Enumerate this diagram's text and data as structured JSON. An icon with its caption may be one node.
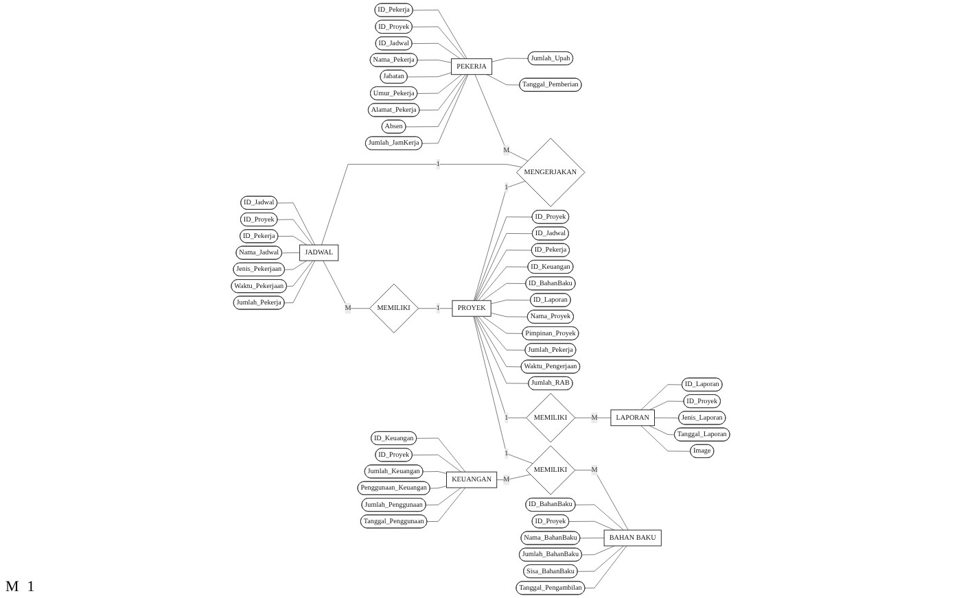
{
  "diagram": {
    "nodes": [
      {
        "text": [
          "PEKERJA"
        ]
      },
      {
        "text": [
          "ID_Pekerja"
        ]
      },
      {
        "text": [
          "ID_Proyek"
        ]
      },
      {
        "text": [
          "ID_Jadwal"
        ]
      },
      {
        "text": [
          "Nama_Pekerja"
        ]
      },
      {
        "text": [
          "Jabatan"
        ]
      },
      {
        "text": [
          "Umur_Pekerja"
        ]
      },
      {
        "text": [
          "Alamat_Pekerja"
        ]
      },
      {
        "text": [
          "Absen"
        ]
      },
      {
        "text": [
          "Jumlah_JamKerja"
        ]
      },
      {
        "text": [
          "Jumlah_Upah"
        ]
      },
      {
        "text": [
          "Tanggal_Pemberian"
        ]
      },
      {
        "text": [
          "MENGERJAKAN"
        ]
      },
      {
        "text": [
          "PROYEK"
        ]
      },
      {
        "text": [
          "ID_Proyek"
        ]
      },
      {
        "text": [
          "ID_Jadwal"
        ]
      },
      {
        "text": [
          "ID_Pekerja"
        ]
      },
      {
        "text": [
          "ID_Keuangan"
        ]
      },
      {
        "text": [
          "ID_BahanBaku"
        ]
      },
      {
        "text": [
          "ID_Laporan"
        ]
      },
      {
        "text": [
          "Nama_Proyek"
        ]
      },
      {
        "text": [
          "Pimpinan_Proyek"
        ]
      },
      {
        "text": [
          "Jumlah_Pekerja"
        ]
      },
      {
        "text": [
          "Waktu_Pengerjaan"
        ]
      },
      {
        "text": [
          "Jumlah_RAB"
        ]
      },
      {
        "text": [
          "JADWAL"
        ]
      },
      {
        "text": [
          "ID_Jadwal"
        ]
      },
      {
        "text": [
          "ID_Proyek"
        ]
      },
      {
        "text": [
          "ID_Pekerja"
        ]
      },
      {
        "text": [
          "Nama_Jadwal"
        ]
      },
      {
        "text": [
          "Jenis_Pekerjaan"
        ]
      },
      {
        "text": [
          "Waktu_Pekerjaan"
        ]
      },
      {
        "text": [
          "Jumlah_Pekerja"
        ]
      },
      {
        "text": [
          "MEMILIKI"
        ]
      },
      {
        "text": [
          "MEMILIKI"
        ]
      },
      {
        "text": [
          "LAPORAN"
        ]
      },
      {
        "text": [
          "ID_Laporan"
        ]
      },
      {
        "text": [
          "ID_Proyek"
        ]
      },
      {
        "text": [
          "Jenis_Laporan"
        ]
      },
      {
        "text": [
          "Tanggal_Laporan"
        ]
      },
      {
        "text": [
          "Image"
        ]
      },
      {
        "text": [
          "KEUANGAN"
        ]
      },
      {
        "text": [
          "ID_Keuangan"
        ]
      },
      {
        "text": [
          "ID_Proyek"
        ]
      },
      {
        "text": [
          "Jumlah_Keuangan"
        ]
      },
      {
        "text": [
          "Penggunaan_Keuangan"
        ]
      },
      {
        "text": [
          "Jumlah_Penggunaan"
        ]
      },
      {
        "text": [
          "Tanggal_Penggunaan"
        ]
      },
      {
        "text": [
          "MEMILIKI"
        ]
      },
      {
        "text": [
          "BAHAN BAKU"
        ]
      },
      {
        "text": [
          "ID_BahanBaku"
        ]
      },
      {
        "text": [
          "ID_Proyek"
        ]
      },
      {
        "text": [
          "Nama_BahanBaku"
        ]
      },
      {
        "text": [
          "Jumlah_BahanBaku"
        ]
      },
      {
        "text": [
          "Sisa_BahanBaku"
        ]
      },
      {
        "text": [
          "Tanggal_Pengambilan"
        ]
      }
    ],
    "edges": [
      {
        "from": 1,
        "to": 0,
        "arrow": "none"
      },
      {
        "from": 2,
        "to": 0,
        "arrow": "none"
      },
      {
        "from": 3,
        "to": 0,
        "arrow": "none"
      },
      {
        "from": 4,
        "to": 0,
        "arrow": "none"
      },
      {
        "from": 5,
        "to": 0,
        "arrow": "none"
      },
      {
        "from": 6,
        "to": 0,
        "arrow": "none"
      },
      {
        "from": 7,
        "to": 0,
        "arrow": "none"
      },
      {
        "from": 8,
        "to": 0,
        "arrow": "none"
      },
      {
        "from": 9,
        "to": 0,
        "arrow": "none"
      },
      {
        "from": 0,
        "to": 10,
        "arrow": "none"
      },
      {
        "from": 0,
        "to": 11,
        "arrow": "none"
      },
      {
        "from": 0,
        "to": 12,
        "arrow": "none",
        "label": "M"
      },
      {
        "from": 25,
        "to": 12,
        "arrow": "none",
        "label": "1"
      },
      {
        "from": 13,
        "to": 12,
        "arrow": "none",
        "label": "1"
      },
      {
        "from": 13,
        "to": 14,
        "arrow": "none"
      },
      {
        "from": 13,
        "to": 15,
        "arrow": "none"
      },
      {
        "from": 13,
        "to": 16,
        "arrow": "none"
      },
      {
        "from": 13,
        "to": 17,
        "arrow": "none"
      },
      {
        "from": 13,
        "to": 18,
        "arrow": "none"
      },
      {
        "from": 13,
        "to": 19,
        "arrow": "none"
      },
      {
        "from": 13,
        "to": 20,
        "arrow": "none"
      },
      {
        "from": 13,
        "to": 21,
        "arrow": "none"
      },
      {
        "from": 13,
        "to": 22,
        "arrow": "none"
      },
      {
        "from": 13,
        "to": 23,
        "arrow": "none"
      },
      {
        "from": 13,
        "to": 24,
        "arrow": "none"
      },
      {
        "from": 26,
        "to": 25,
        "arrow": "none"
      },
      {
        "from": 27,
        "to": 25,
        "arrow": "none"
      },
      {
        "from": 28,
        "to": 25,
        "arrow": "none"
      },
      {
        "from": 29,
        "to": 25,
        "arrow": "none"
      },
      {
        "from": 30,
        "to": 25,
        "arrow": "none"
      },
      {
        "from": 31,
        "to": 25,
        "arrow": "none"
      },
      {
        "from": 32,
        "to": 25,
        "arrow": "none"
      },
      {
        "from": 25,
        "to": 33,
        "arrow": "none",
        "label": "M"
      },
      {
        "from": 33,
        "to": 13,
        "arrow": "none",
        "label": "1"
      },
      {
        "from": 13,
        "to": 34,
        "arrow": "none",
        "label": "1"
      },
      {
        "from": 34,
        "to": 35,
        "arrow": "none",
        "label": "M"
      },
      {
        "from": 35,
        "to": 36,
        "arrow": "none"
      },
      {
        "from": 35,
        "to": 37,
        "arrow": "none"
      },
      {
        "from": 35,
        "to": 38,
        "arrow": "none"
      },
      {
        "from": 35,
        "to": 39,
        "arrow": "none"
      },
      {
        "from": 35,
        "to": 40,
        "arrow": "none"
      },
      {
        "from": 42,
        "to": 41,
        "arrow": "none"
      },
      {
        "from": 43,
        "to": 41,
        "arrow": "none"
      },
      {
        "from": 44,
        "to": 41,
        "arrow": "none"
      },
      {
        "from": 45,
        "to": 41,
        "arrow": "none"
      },
      {
        "from": 46,
        "to": 41,
        "arrow": "none"
      },
      {
        "from": 47,
        "to": 41,
        "arrow": "none"
      },
      {
        "from": 13,
        "to": 48,
        "arrow": "none",
        "label": "1"
      },
      {
        "from": 41,
        "to": 48,
        "arrow": "none",
        "label": "M"
      },
      {
        "from": 48,
        "to": 49,
        "arrow": "none",
        "label": "M"
      },
      {
        "from": 50,
        "to": 49,
        "arrow": "none"
      },
      {
        "from": 51,
        "to": 49,
        "arrow": "none"
      },
      {
        "from": 52,
        "to": 49,
        "arrow": "none"
      },
      {
        "from": 53,
        "to": 49,
        "arrow": "none"
      },
      {
        "from": 54,
        "to": 49,
        "arrow": "none"
      },
      {
        "from": 55,
        "to": 49,
        "arrow": "none"
      }
    ],
    "labels": [
      "M",
      "1"
    ]
  }
}
